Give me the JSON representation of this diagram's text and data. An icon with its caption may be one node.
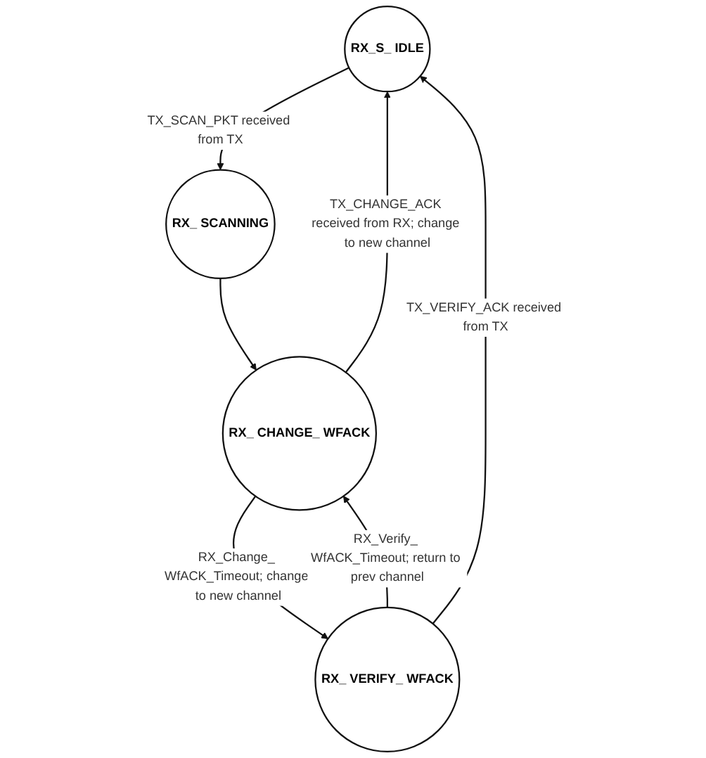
{
  "diagram": {
    "nodes": [
      {
        "text": [
          "RX_S_ IDLE"
        ]
      },
      {
        "text": [
          "RX_ SCANNING"
        ]
      },
      {
        "text": [
          "RX_ CHANGE_ WFACK"
        ]
      },
      {
        "text": [
          "RX_ VERIFY_ WFACK"
        ]
      }
    ],
    "edges": [
      {
        "from": 0,
        "to": 1,
        "arrow": "to",
        "label": "TX_SCAN_PKT received from TX"
      },
      {
        "from": 1,
        "to": 2,
        "arrow": "to"
      },
      {
        "from": 2,
        "to": 0,
        "arrow": "to",
        "label": "TX_CHANGE_ACK received from RX; change to new channel"
      },
      {
        "from": 2,
        "to": 3,
        "arrow": "to",
        "label": "RX_Change_ WfACK_Timeout; change to new channel"
      },
      {
        "from": 3,
        "to": 2,
        "arrow": "to",
        "label": "RX_Verify_ WfACK_Timeout; return to prev channel"
      },
      {
        "from": 3,
        "to": 0,
        "arrow": "to",
        "label": "TX_VERIFY_ACK received from TX"
      }
    ]
  }
}
